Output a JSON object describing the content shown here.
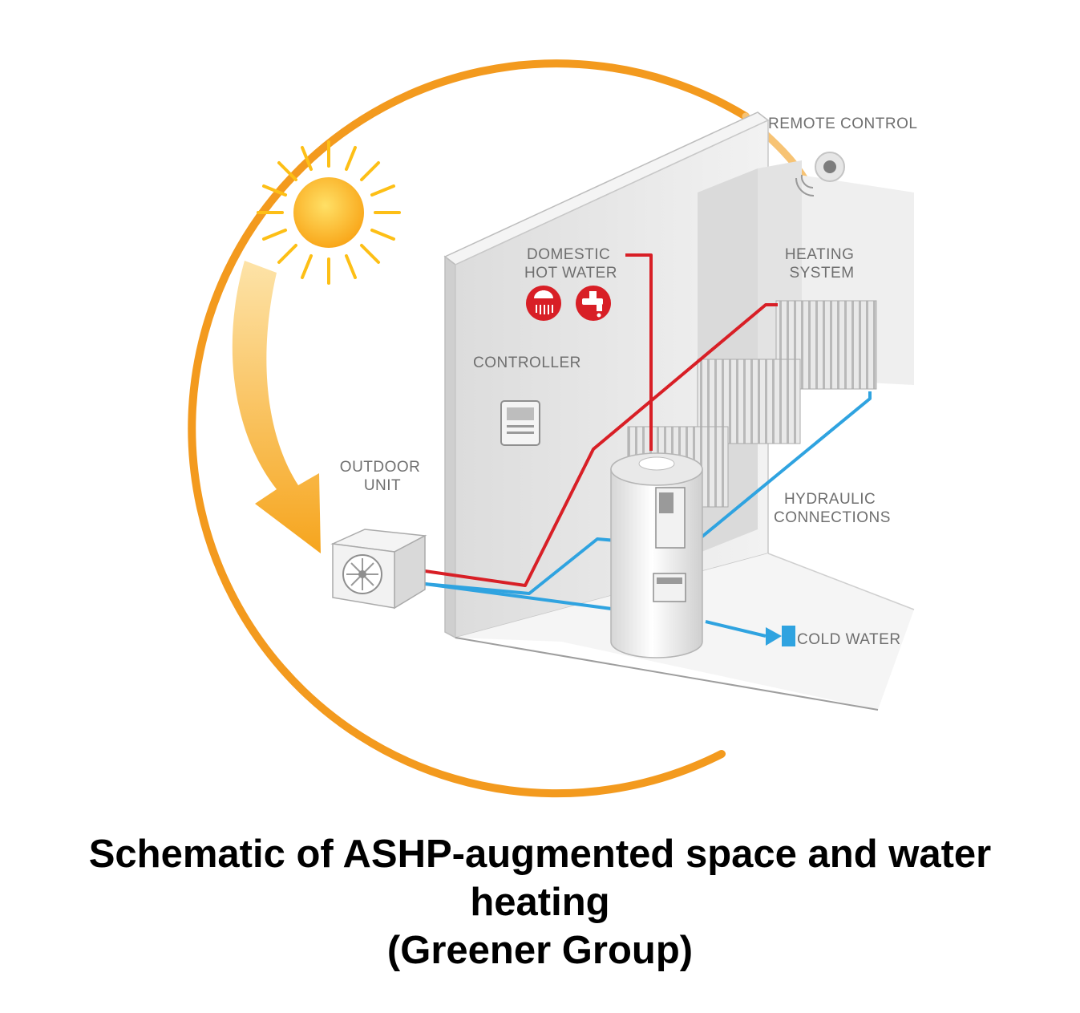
{
  "labels": {
    "remote_control": "REMOTE CONTROL",
    "domestic_hot_water_line1": "DOMESTIC",
    "domestic_hot_water_line2": "HOT WATER",
    "heating_system_line1": "HEATING",
    "heating_system_line2": "SYSTEM",
    "controller": "CONTROLLER",
    "outdoor_unit_line1": "OUTDOOR",
    "outdoor_unit_line2": "UNIT",
    "hydraulic_line1": "HYDRAULIC",
    "hydraulic_line2": "CONNECTIONS",
    "cold_water": "COLD WATER"
  },
  "caption": {
    "line1": "Schematic of ASHP-augmented space and water",
    "line2": "heating",
    "line3": "(Greener Group)"
  },
  "colors": {
    "arc_orange": "#f39a1e",
    "sun_yellow": "#fdbf16",
    "hot_pipe": "#d81f26",
    "cold_pipe": "#2fa3e0",
    "wall_grey": "#e6e6e6"
  }
}
